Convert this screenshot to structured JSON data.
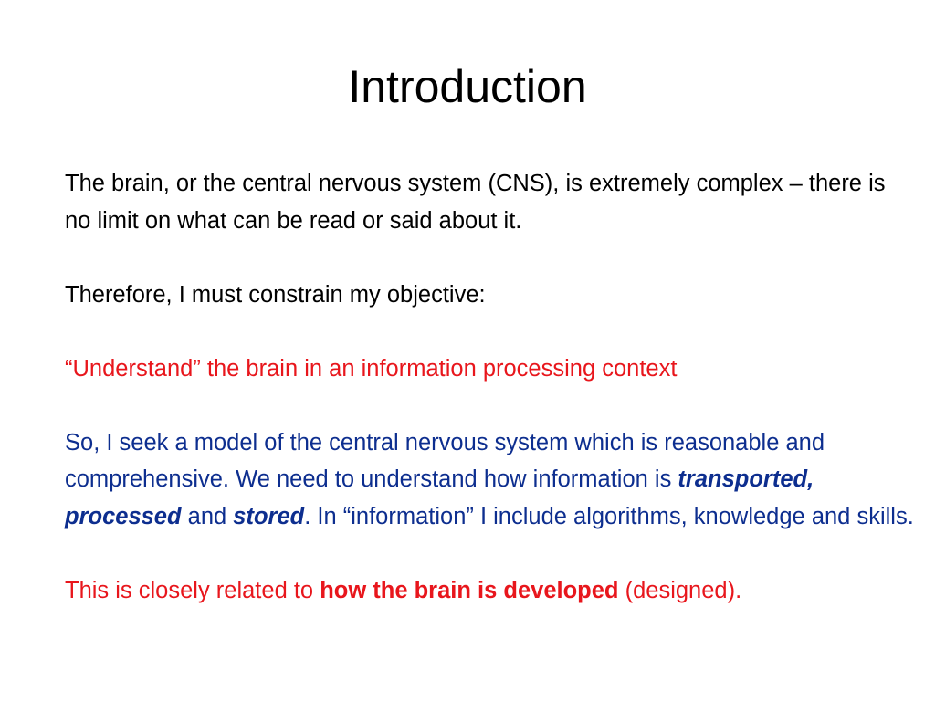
{
  "slide": {
    "title": "Introduction",
    "p1": "The brain, or the central nervous system (CNS), is extremely complex – there is no limit on what can be read or said about it.",
    "p2": "Therefore, I must constrain my objective:",
    "p3": "“Understand” the brain in an information processing context",
    "p4": {
      "t1": "So, I seek a model of the central nervous system which is reasonable and comprehensive. We need to understand how information is ",
      "e1": "transported",
      "t2": ", ",
      "e2": "processed",
      "t3": " and ",
      "e3": "stored",
      "t4": ". In “information” I include algorithms, knowledge and skills."
    },
    "p5": {
      "t1": "This is closely related to ",
      "b1": "how the brain is developed",
      "t2": " (designed)."
    },
    "colors": {
      "red": "#e8161c",
      "blue": "#0d2e8f",
      "black": "#000000"
    }
  }
}
